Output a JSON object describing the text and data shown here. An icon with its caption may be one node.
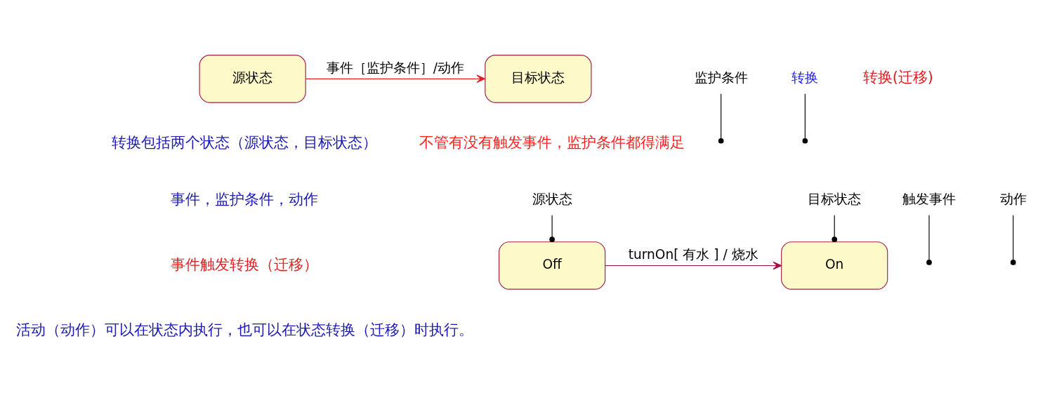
{
  "diagram": {
    "nodes": [
      {
        "text": [
          "源状态"
        ]
      },
      {
        "text": [
          "目标状态"
        ]
      },
      {
        "text": [
          "Off"
        ]
      },
      {
        "text": [
          "On"
        ]
      },
      {
        "text": [
          "源状态"
        ]
      },
      {
        "text": [
          "触发事件"
        ]
      },
      {
        "text": [
          "动作"
        ]
      },
      {
        "text": [
          "目标状态"
        ]
      },
      {
        "text": [
          "监护条件"
        ]
      },
      {
        "text": [
          "转换"
        ]
      }
    ],
    "edges": [
      {
        "from": 0,
        "to": 1,
        "arrow": "to",
        "label": "事件［监护条件］/动作",
        "color": "#e02020"
      },
      {
        "from": 2,
        "to": 3,
        "arrow": "to",
        "label": "turnOn[ 有水 ] / 烧水",
        "color": "#a0103c"
      },
      {
        "from": 4,
        "to": 2,
        "arrow": "other"
      },
      {
        "from": 5,
        "to": null,
        "arrow": "other"
      },
      {
        "from": 6,
        "to": null,
        "arrow": "other"
      },
      {
        "from": 7,
        "to": 3,
        "arrow": "other"
      },
      {
        "from": 8,
        "to": null,
        "arrow": "other"
      },
      {
        "from": 9,
        "to": null,
        "arrow": "other"
      }
    ],
    "labels": [
      "转换(迁移)",
      "转换包括两个状态（源状态，目标状态）",
      "事件，监护条件，动作",
      "事件触发转换（迁移）",
      "活动（动作）可以在状态内执行，也可以在状态转换（迁移）时执行。",
      "不管有没有触发事件，监护条件都得满足"
    ]
  }
}
